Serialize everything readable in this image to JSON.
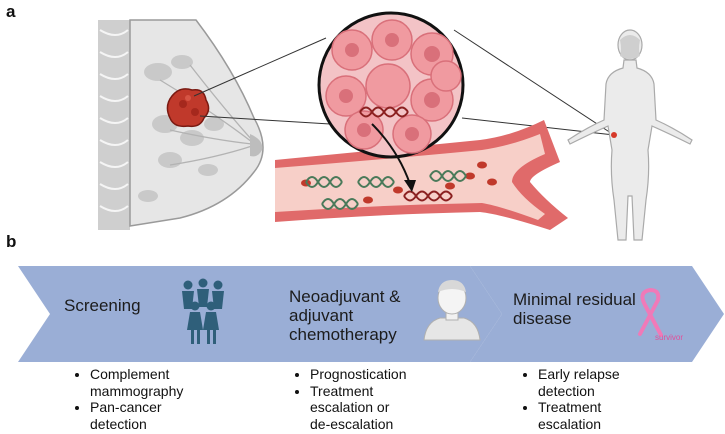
{
  "panels": {
    "a": "a",
    "b": "b"
  },
  "stages": [
    {
      "title_lines": [
        "Screening"
      ],
      "bullets": [
        [
          "Complement",
          "mammography"
        ],
        [
          "Pan-cancer",
          "detection"
        ]
      ]
    },
    {
      "title_lines": [
        "Neoadjuvant &",
        "adjuvant",
        "chemotherapy"
      ],
      "bullets": [
        [
          "Prognostication"
        ],
        [
          "Treatment",
          "escalation or",
          "de-escalation"
        ]
      ]
    },
    {
      "title_lines": [
        "Minimal residual",
        "disease"
      ],
      "bullets": [
        [
          "Early relapse",
          "detection"
        ],
        [
          "Treatment",
          "escalation"
        ]
      ]
    }
  ],
  "ribbon_label": "survivor",
  "colors": {
    "chevron": "#9aaed6",
    "tumor": "#c0392b",
    "vessel": "#e06a6a",
    "vessel_inner": "#f7cfc8",
    "cell": "#f09aa0",
    "people_icon": "#2f5f7a",
    "ribbon": "#f07ab8"
  },
  "icons": [
    "breast-anatomy",
    "tumor",
    "magnified-cancer-cells",
    "blood-vessel",
    "dna-strand",
    "human-body",
    "women-group-icon",
    "patient-face-icon",
    "pink-ribbon-icon"
  ]
}
